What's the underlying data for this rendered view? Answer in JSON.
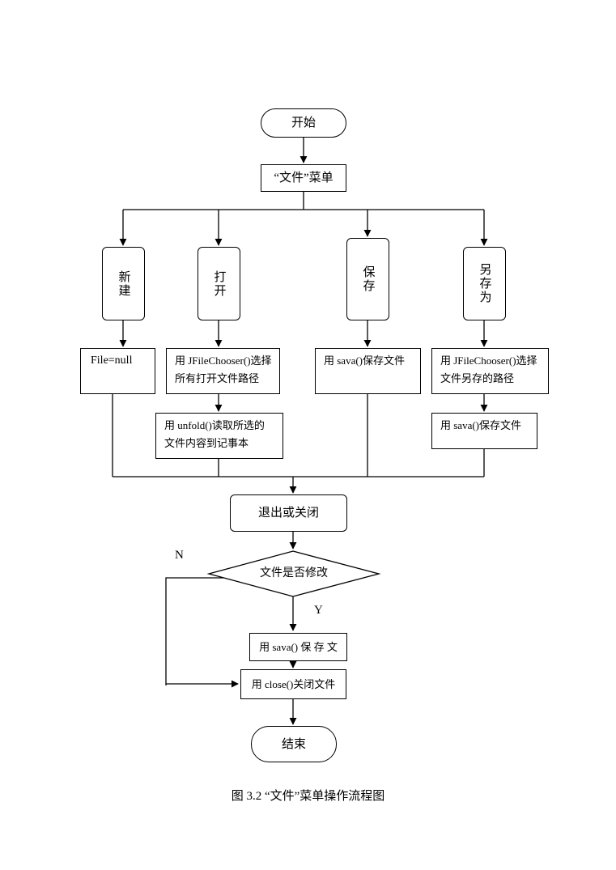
{
  "nodes": {
    "start": "开始",
    "file_menu": "“文件”菜单",
    "new": "新建",
    "open": "打开",
    "save": "保存",
    "save_as": "另存为",
    "new_action": "File=null",
    "open_action_1": "用 JFileChooser()选择",
    "open_action_2": "所有打开文件路径",
    "open_read_1": "用 unfold()读取所选的",
    "open_read_2": "文件内容到记事本",
    "save_action": "用 sava()保存文件",
    "saveas_action_1": "用 JFileChooser()选择",
    "saveas_action_2": "文件另存的路径",
    "saveas_save": "用 sava()保存文件",
    "exit": "退出或关闭",
    "modified": "文件是否修改",
    "save_text": "用 sava() 保 存 文",
    "close_file": "用 close()关闭文件",
    "end": "结束"
  },
  "edge_labels": {
    "no": "N",
    "yes": "Y"
  },
  "caption": "图 3.2 “文件”菜单操作流程图"
}
